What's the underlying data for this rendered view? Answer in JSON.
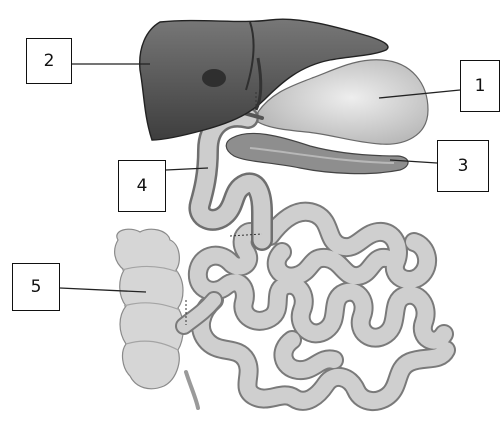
{
  "diagram": {
    "labels": [
      "1",
      "2",
      "3",
      "4",
      "5"
    ]
  },
  "colors": {
    "liver": "#5b5b5b",
    "gallbladder": "#cfcfcf",
    "pancreas": "#8d8d8d",
    "intestine": "#c9c9c9",
    "colon": "#d9d9d9",
    "outline": "#2a2a2a",
    "leader": "#222222"
  }
}
